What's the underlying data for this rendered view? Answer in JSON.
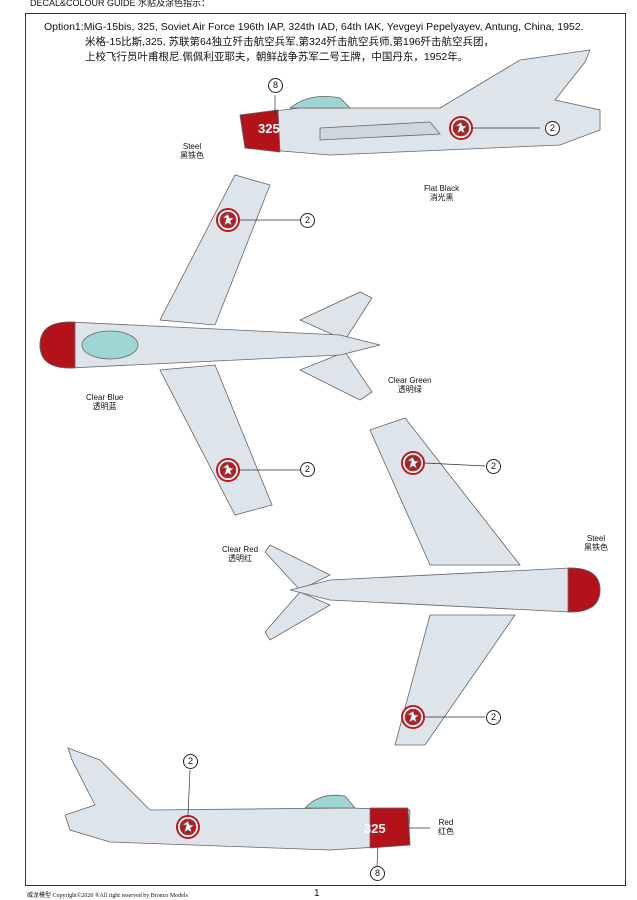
{
  "header": "DECAL&COLOUR GUIDE 水贴及涂色指示：",
  "option": {
    "en": "Option1:MiG-15bis, 325, Soviet Air Force 196th IAP, 324th IAD, 64th IAK, Yevgeyi Pepelyayev, Antung, China, 1952.",
    "cn1": "米格-15比斯,325, 苏联第64独立歼击航空兵军,第324歼击航空兵师,第196歼击航空兵团，",
    "cn2": "上校飞行员叶甫根尼.佩佩利亚耶夫，朝鲜战争苏军二号王牌，中国丹东，1952年。"
  },
  "callouts": {
    "decal8": "8",
    "decal2": "2",
    "tail_number": "325"
  },
  "labels": {
    "steel_en": "Steel",
    "steel_cn": "黑铁色",
    "flat_black_en": "Flat Black",
    "flat_black_cn": "消光黑",
    "clear_blue_en": "Clear Blue",
    "clear_blue_cn": "透明蓝",
    "clear_green_en": "Clear Green",
    "clear_green_cn": "透明绿",
    "clear_red_en": "Clear Red",
    "clear_red_cn": "透明红",
    "red_en": "Red",
    "red_cn": "红色"
  },
  "colors": {
    "aircraft": "#dde4ea",
    "nose_red": "#b3121a",
    "canopy": "#9fd6d4",
    "star": "#c4151c"
  },
  "footer": {
    "text": "威龙模型  Copyright©2020  ®All right reserved by Bronco Models",
    "page": "1"
  }
}
